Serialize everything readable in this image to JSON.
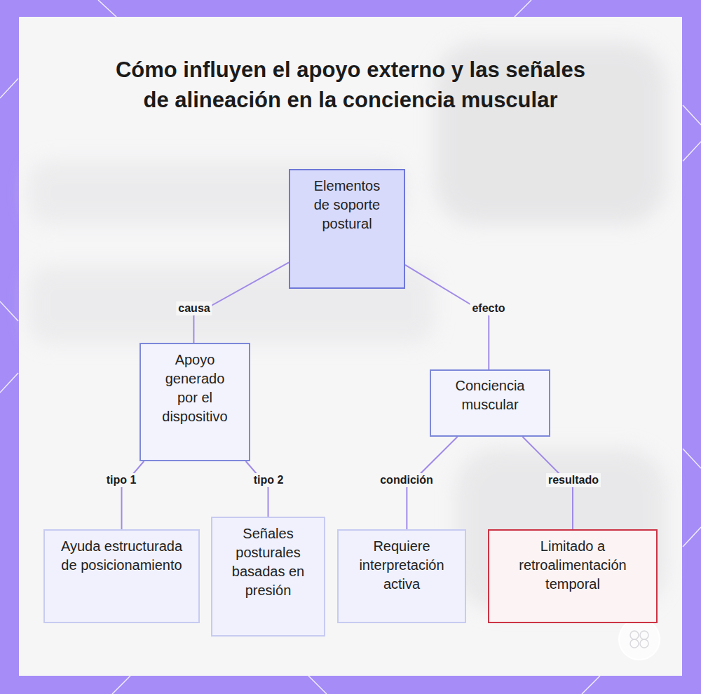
{
  "diagram": {
    "title": "Cómo influyen el apoyo externo y las señales de alineación en la conciencia muscular",
    "nodes": [
      {
        "text": [
          "Elementos de soporte postural"
        ]
      },
      {
        "text": [
          "Apoyo generado por el dispositivo"
        ]
      },
      {
        "text": [
          "Conciencia muscular"
        ]
      },
      {
        "text": [
          "Ayuda estructurada de posicionamiento"
        ]
      },
      {
        "text": [
          "Señales posturales basadas en presión"
        ]
      },
      {
        "text": [
          "Requiere interpretación activa"
        ]
      },
      {
        "text": [
          "Limitado a retroalimentación temporal"
        ]
      }
    ],
    "edges": [
      {
        "from": 0,
        "to": 1,
        "label": "causa",
        "arrow": "none"
      },
      {
        "from": 0,
        "to": 2,
        "label": "efecto",
        "arrow": "none"
      },
      {
        "from": 1,
        "to": 3,
        "label": "tipo 1",
        "arrow": "none"
      },
      {
        "from": 1,
        "to": 4,
        "label": "tipo 2",
        "arrow": "none"
      },
      {
        "from": 2,
        "to": 5,
        "label": "condición",
        "arrow": "none"
      },
      {
        "from": 2,
        "to": 6,
        "label": "resultado",
        "arrow": "none"
      }
    ]
  }
}
